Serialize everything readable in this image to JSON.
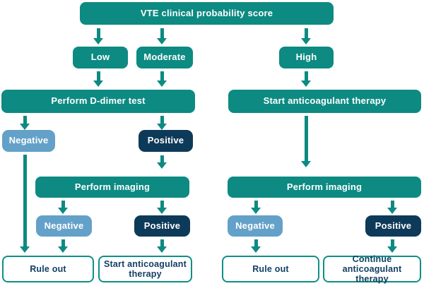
{
  "palette": {
    "teal": "#0d8a82",
    "light_blue": "#63a1c8",
    "navy": "#0e3a59",
    "outline_border": "#0f8f87",
    "outline_text": "#123f63",
    "text_on_fill": "#ffffff",
    "background": "#ffffff"
  },
  "diagram": {
    "type": "flowchart",
    "title": "VTE clinical probability score",
    "nodes": {
      "root": {
        "label": "VTE clinical probability score"
      },
      "low": {
        "label": "Low"
      },
      "moderate": {
        "label": "Moderate"
      },
      "high": {
        "label": "High"
      },
      "perform_ddimer": {
        "label": "Perform D-dimer test"
      },
      "start_anticoagulant": {
        "label": "Start anticoagulant therapy"
      },
      "ddimer_negative": {
        "label": "Negative"
      },
      "ddimer_positive": {
        "label": "Positive"
      },
      "imaging_low_mod": {
        "label": "Perform imaging"
      },
      "imaging_high": {
        "label": "Perform imaging"
      },
      "imaging_low_mod_negative": {
        "label": "Negative"
      },
      "imaging_low_mod_positive": {
        "label": "Positive"
      },
      "imaging_high_negative": {
        "label": "Negative"
      },
      "imaging_high_positive": {
        "label": "Positive"
      },
      "rule_out_left": {
        "label": "Rule out"
      },
      "start_anticoagulant_outcome": {
        "label": "Start anticoagulant therapy",
        "line1": "Start anticoagulant",
        "line2": "therapy"
      },
      "rule_out_right": {
        "label": "Rule out"
      },
      "continue_anticoagulant": {
        "label": "Continue anticoagulant therapy",
        "line1": "Continue",
        "line2": "anticoagulant therapy"
      }
    }
  }
}
